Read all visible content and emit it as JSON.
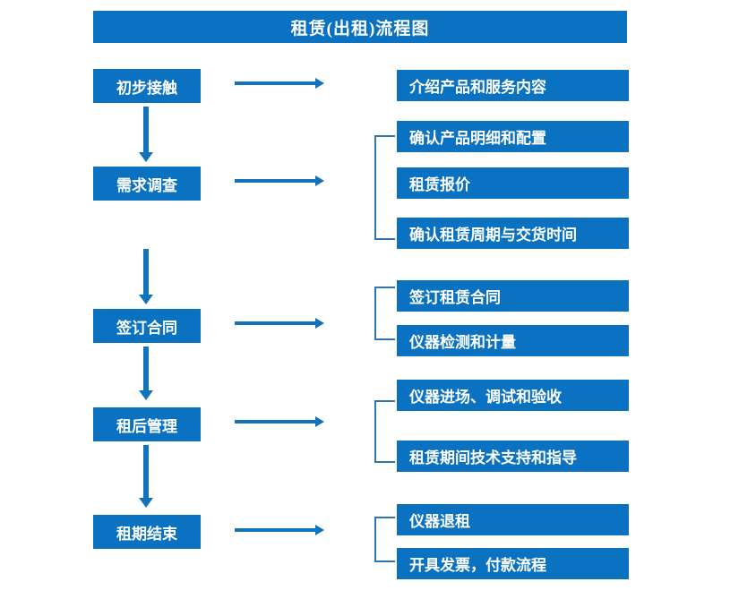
{
  "diagram": {
    "title": "租赁(出租)流程图",
    "colors": {
      "box_blue": "#0A72C0",
      "arrow_blue": "#1272BC",
      "bracket_blue": "#2E75B6",
      "background": "#FFFFFF",
      "text": "#FFFFFF"
    },
    "stages": [
      {
        "id": "stage-1",
        "label": "初步接触",
        "details": [
          "介绍产品和服务内容"
        ],
        "has_bracket": false
      },
      {
        "id": "stage-2",
        "label": "需求调查",
        "details": [
          "确认产品明细和配置",
          "租赁报价",
          "确认租赁周期与交货时间"
        ],
        "has_bracket": true
      },
      {
        "id": "stage-3",
        "label": "签订合同",
        "details": [
          "签订租赁合同",
          "仪器检测和计量"
        ],
        "has_bracket": true
      },
      {
        "id": "stage-4",
        "label": "租后管理",
        "details": [
          "仪器进场、调试和验收",
          "租赁期间技术支持和指导"
        ],
        "has_bracket": true
      },
      {
        "id": "stage-5",
        "label": "租期结束",
        "details": [
          "仪器退租",
          "开具发票，付款流程"
        ],
        "has_bracket": true
      }
    ]
  }
}
